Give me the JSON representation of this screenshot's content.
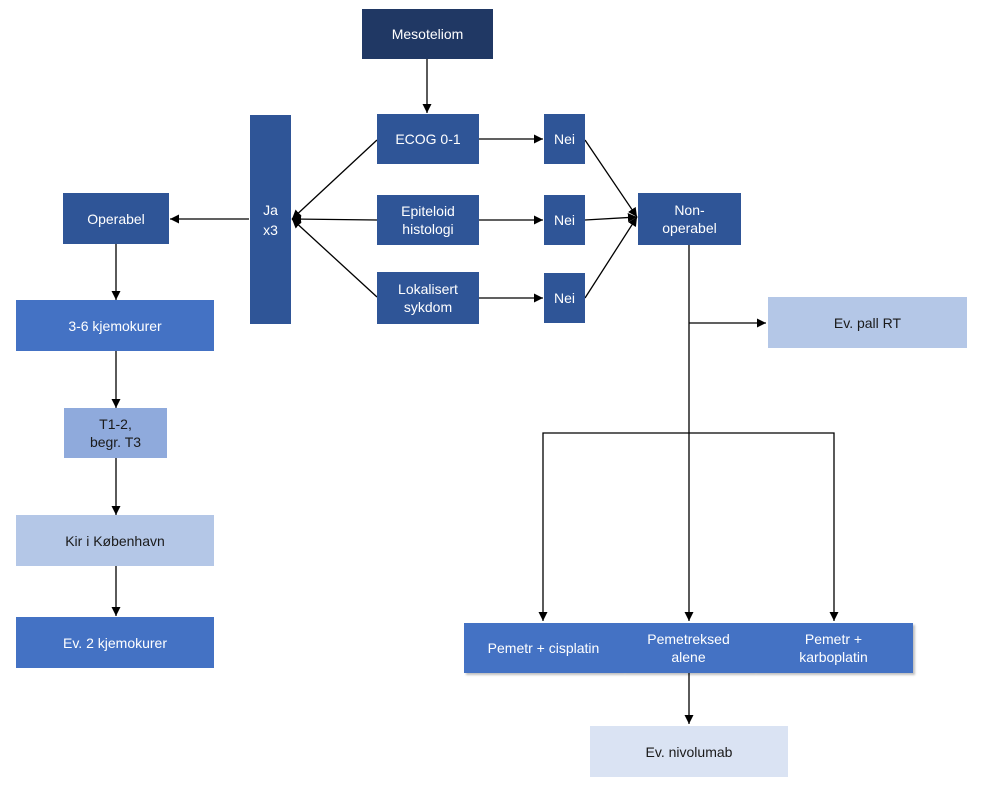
{
  "nodes": {
    "mesoteliom": "Mesoteliom",
    "ecog": "ECOG 0-1",
    "epiteloid": "Epiteloid\nhistologi",
    "lokalisert": "Lokalisert\nsykdom",
    "nei1": "Nei",
    "nei2": "Nei",
    "nei3": "Nei",
    "ja": "Ja\nx3",
    "operabel": "Operabel",
    "nonoperabel": "Non-\noperabel",
    "kjemo": "3-6 kjemokurer",
    "t12": "T1-2,\nbegr. T3",
    "kir": "Kir i København",
    "ev2": "Ev. 2 kjemokurer",
    "pallrt": "Ev. pall RT",
    "cisplatin": "Pemetr + cisplatin",
    "alene": "Pemetreksed\nalene",
    "karboplatin": "Pemetr +\nkarboplatin",
    "nivolumab": "Ev. nivolumab"
  },
  "colors": {
    "navy": "#203864",
    "dark": "#2f5597",
    "mid": "#4472c4",
    "soft": "#8faadc",
    "light": "#b4c7e7",
    "pale": "#dae3f3",
    "line": "#000000"
  }
}
